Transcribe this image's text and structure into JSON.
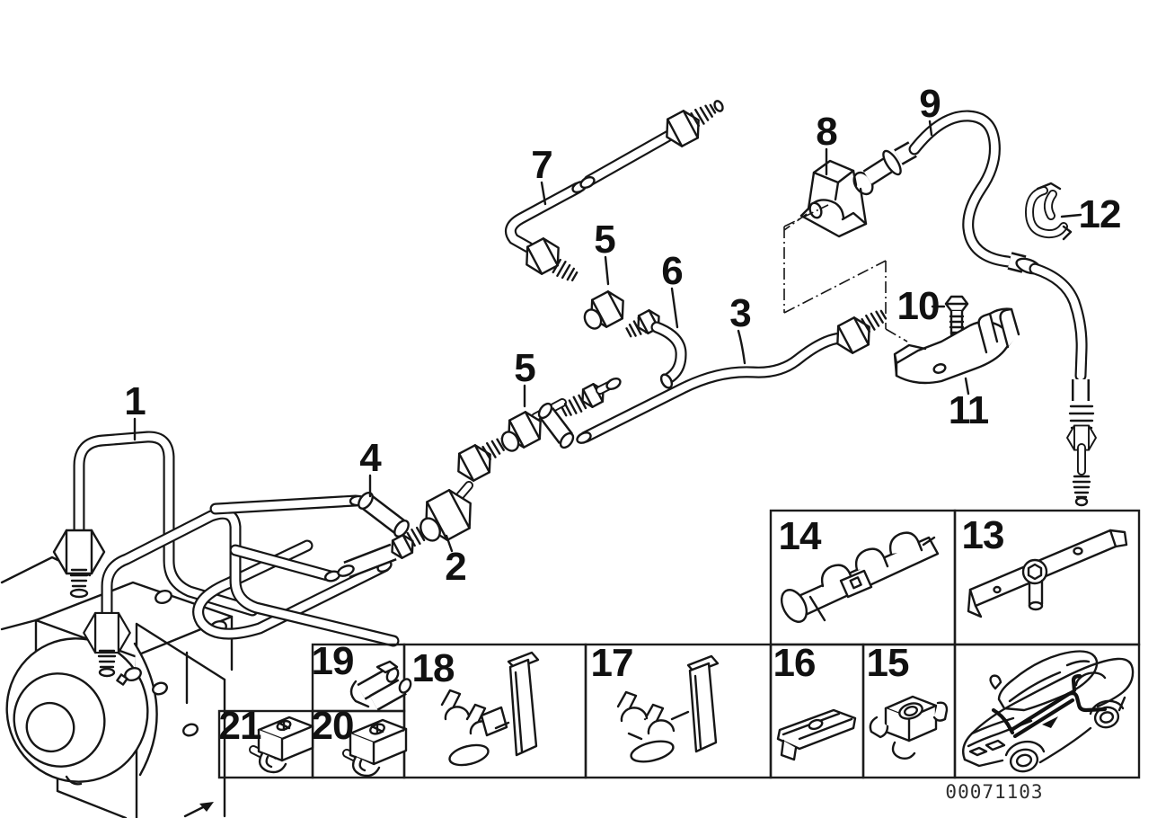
{
  "diagram": {
    "image_number": "00071103"
  },
  "callouts": [
    {
      "label": "1"
    },
    {
      "label": "2"
    },
    {
      "label": "3"
    },
    {
      "label": "4"
    },
    {
      "label": "5"
    },
    {
      "label": "5"
    },
    {
      "label": "6"
    },
    {
      "label": "7"
    },
    {
      "label": "8"
    },
    {
      "label": "9"
    },
    {
      "label": "10"
    },
    {
      "label": "11"
    },
    {
      "label": "12"
    },
    {
      "label": "13"
    },
    {
      "label": "14"
    },
    {
      "label": "15"
    },
    {
      "label": "16"
    },
    {
      "label": "17"
    },
    {
      "label": "18"
    },
    {
      "label": "19"
    },
    {
      "label": "20"
    },
    {
      "label": "21"
    }
  ]
}
